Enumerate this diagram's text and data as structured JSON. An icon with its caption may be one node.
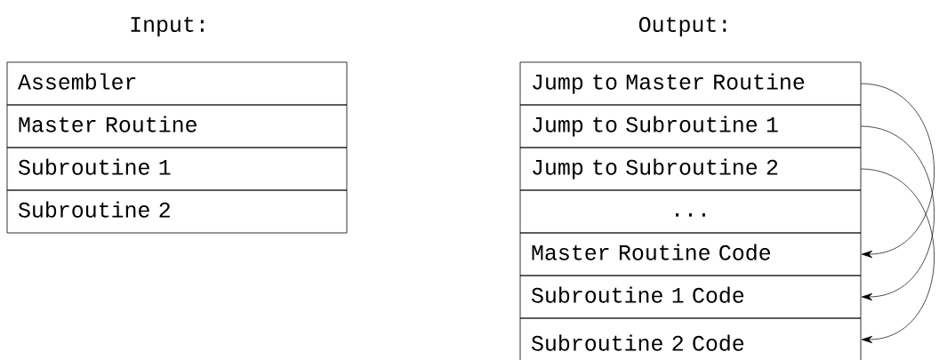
{
  "diagram": {
    "nodes": [
      {
        "text": [
          "Assembler"
        ]
      },
      {
        "text": [
          "Master Routine"
        ]
      },
      {
        "text": [
          "Subroutine 1"
        ]
      },
      {
        "text": [
          "Subroutine 2"
        ]
      },
      {
        "text": [
          "Jump to Master Routine"
        ]
      },
      {
        "text": [
          "Jump to Subroutine 1"
        ]
      },
      {
        "text": [
          "Jump to Subroutine 2"
        ]
      },
      {
        "text": [
          "..."
        ]
      },
      {
        "text": [
          "Master Routine Code"
        ]
      },
      {
        "text": [
          "Subroutine 1 Code"
        ]
      },
      {
        "text": [
          "Subroutine 2 Code"
        ]
      }
    ],
    "edges": [
      {
        "from": 4,
        "to": 8,
        "arrow": "to"
      },
      {
        "from": 5,
        "to": 9,
        "arrow": "to"
      },
      {
        "from": 6,
        "to": 10,
        "arrow": "to"
      }
    ],
    "labels": [
      "Input:",
      "Output:"
    ]
  }
}
